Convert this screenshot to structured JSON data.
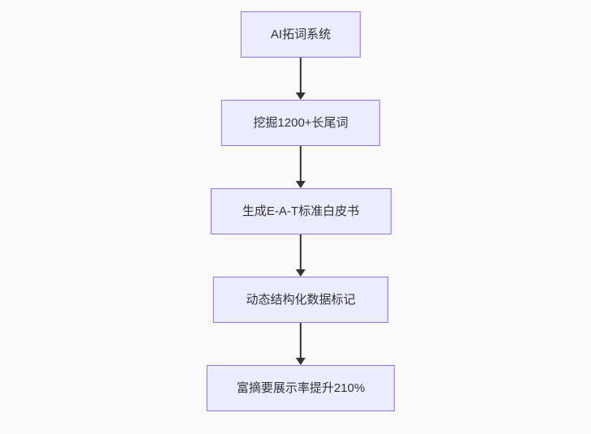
{
  "diagram": {
    "type": "flowchart",
    "direction": "top-down",
    "nodes": [
      {
        "id": "node-1",
        "label": "AI拓词系统"
      },
      {
        "id": "node-2",
        "label": "挖掘1200+长尾词"
      },
      {
        "id": "node-3",
        "label": "生成E-A-T标准白皮书"
      },
      {
        "id": "node-4",
        "label": "动态结构化数据标记"
      },
      {
        "id": "node-5",
        "label": "富摘要展示率提升210%"
      }
    ],
    "edges": [
      {
        "from": "node-1",
        "to": "node-2",
        "style": "arrow-down"
      },
      {
        "from": "node-2",
        "to": "node-3",
        "style": "arrow-down"
      },
      {
        "from": "node-3",
        "to": "node-4",
        "style": "arrow-down"
      },
      {
        "from": "node-4",
        "to": "node-5",
        "style": "arrow-down"
      }
    ],
    "colors": {
      "node_fill": "#ECECFF",
      "node_border": "#9370DB",
      "node_text": "#333333",
      "arrow": "#333333",
      "background": "#fafafa"
    }
  }
}
